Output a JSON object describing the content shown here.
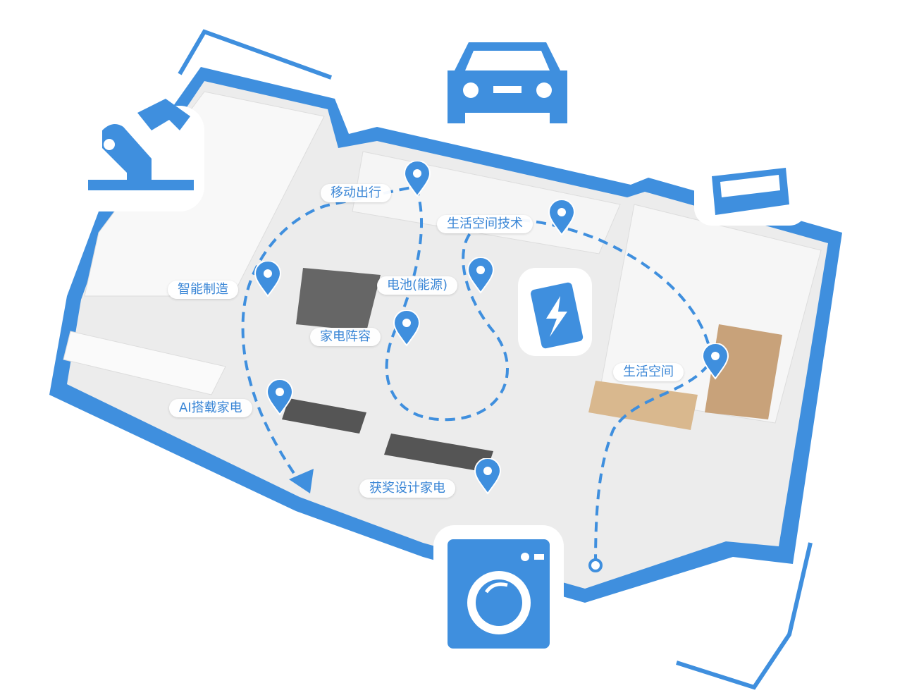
{
  "colors": {
    "accent": "#3f8fde",
    "floor": "#ececec",
    "wall": "#f7f7f7"
  },
  "icons": [
    "robot-arm-icon",
    "car-icon",
    "sofa-icon",
    "battery-icon",
    "washing-machine-icon"
  ],
  "zones": [
    {
      "label": "移动出行"
    },
    {
      "label": "生活空间技术"
    },
    {
      "label": "智能制造"
    },
    {
      "label": "电池(能源)"
    },
    {
      "label": "家电阵容"
    },
    {
      "label": "生活空间"
    },
    {
      "label": "AI搭载家电"
    },
    {
      "label": "获奖设计家电"
    }
  ]
}
